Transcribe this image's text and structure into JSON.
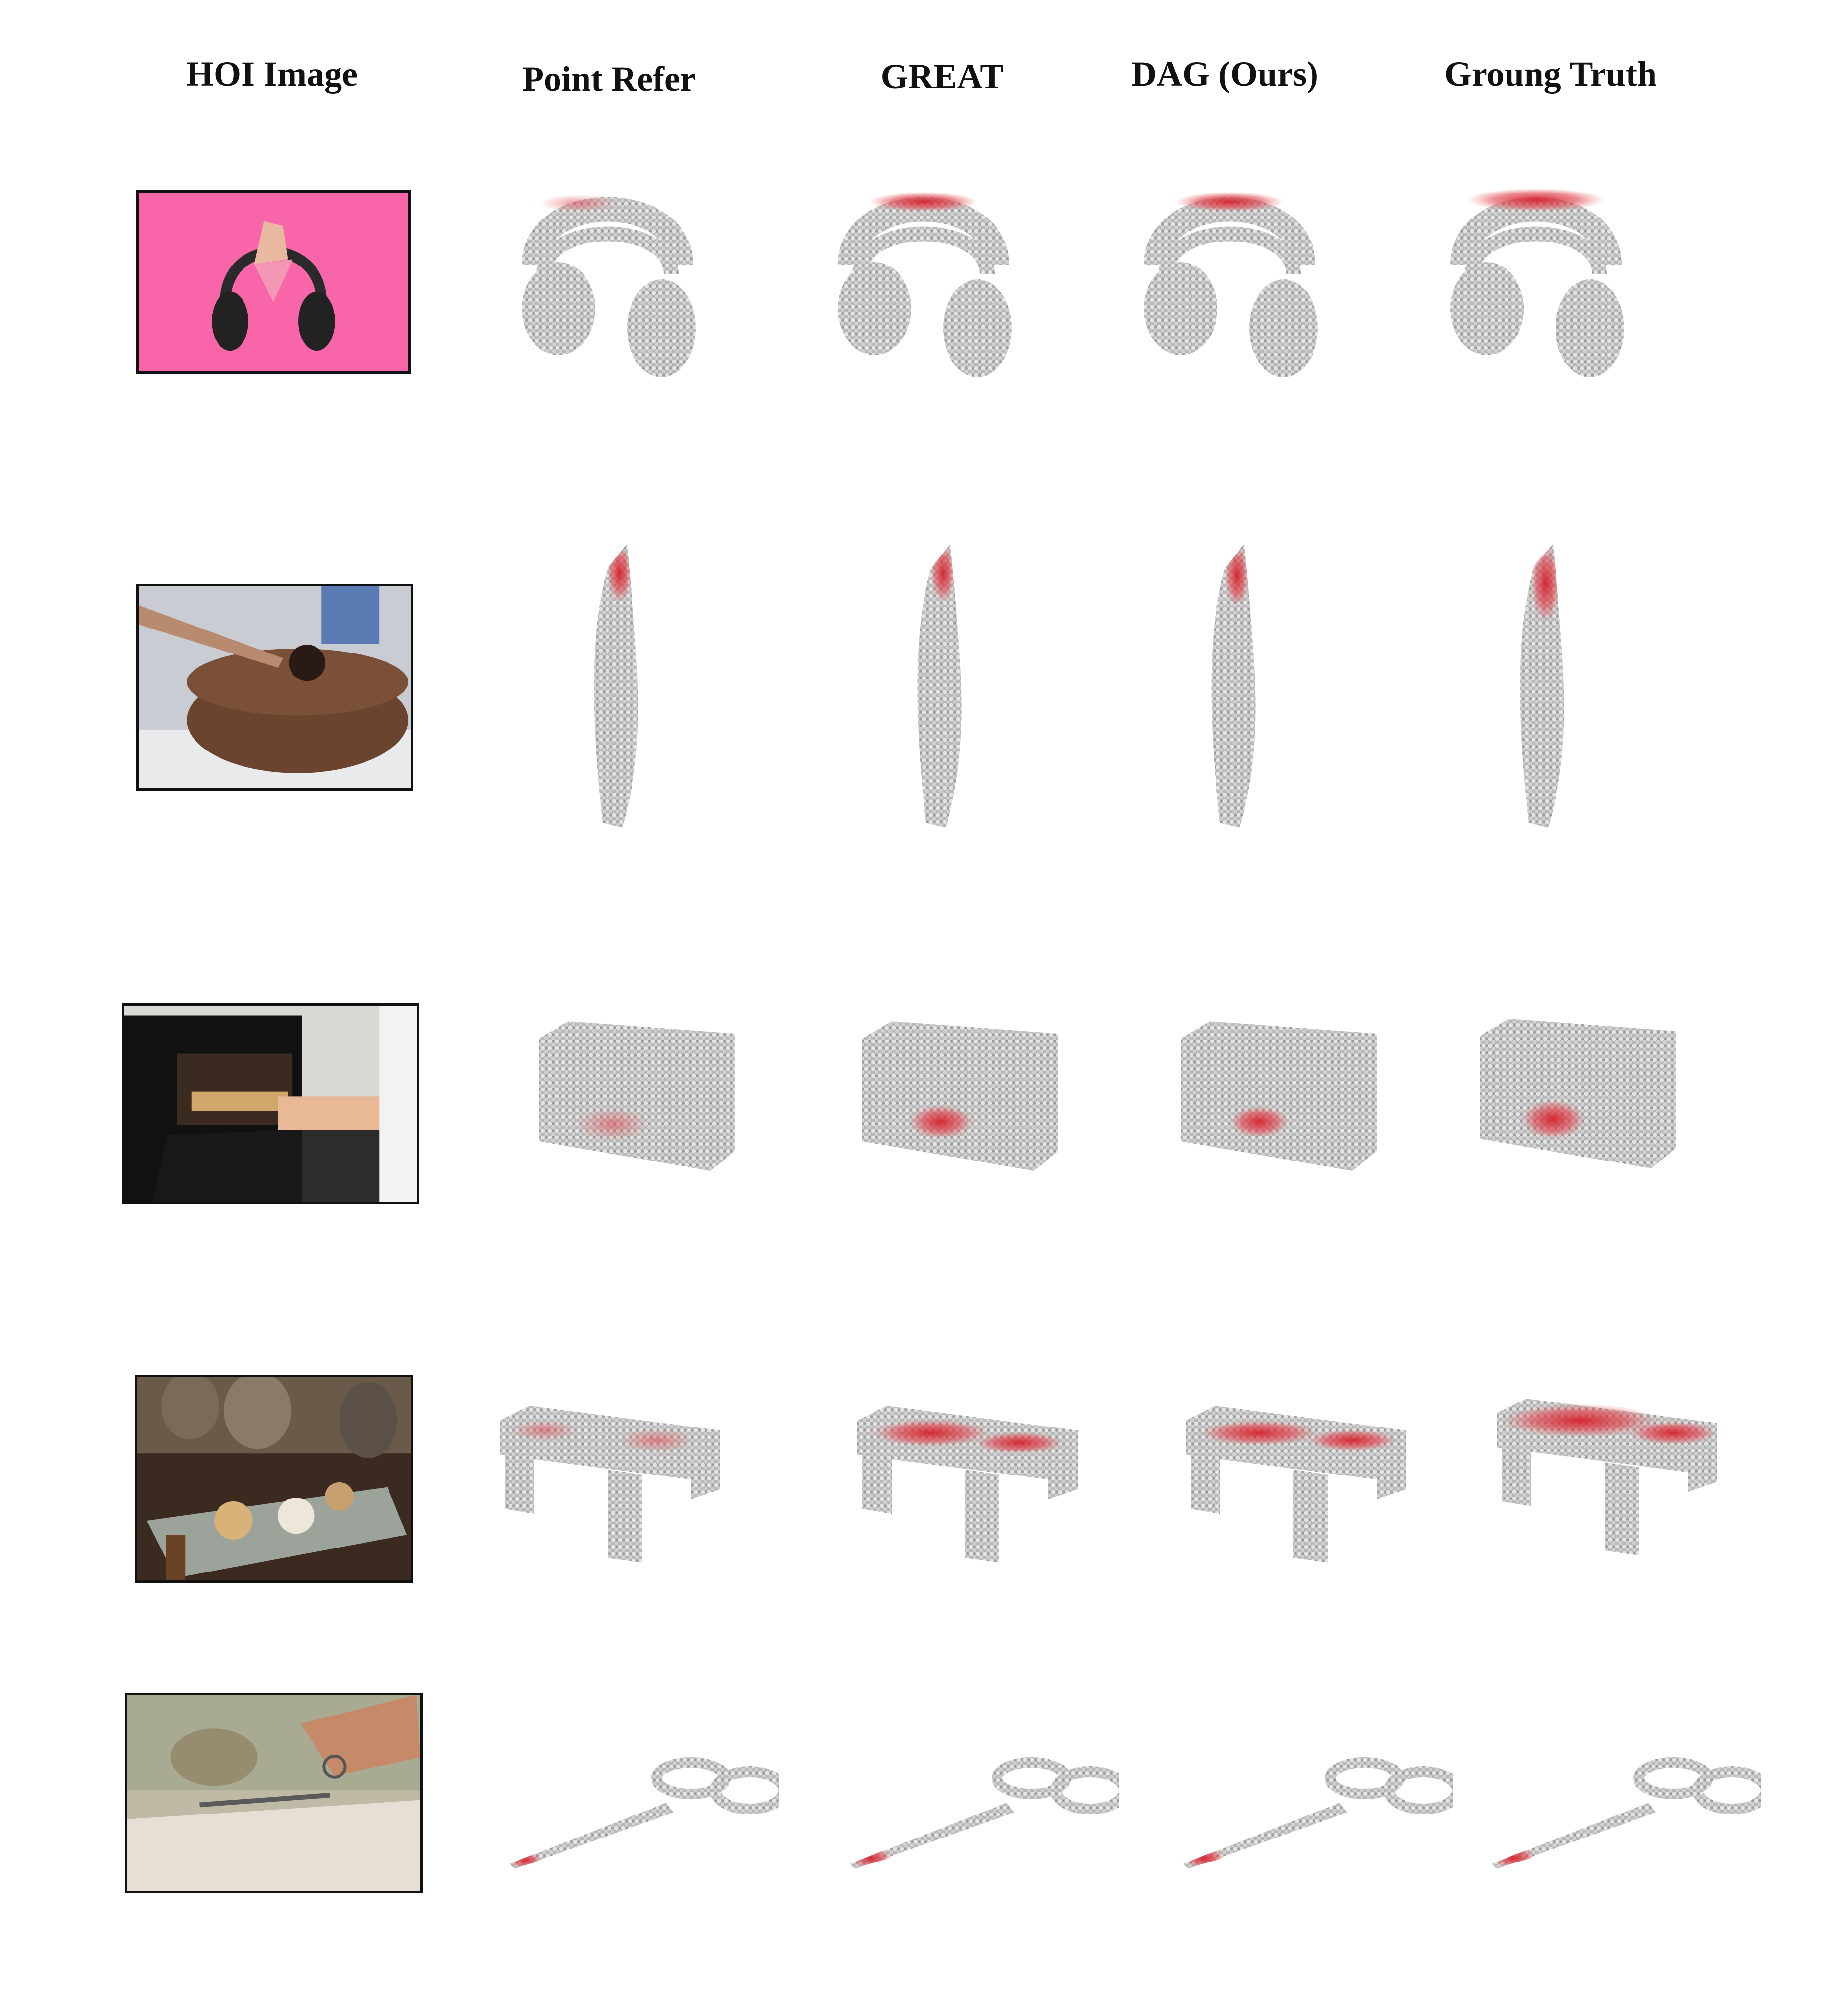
{
  "headers": {
    "hoi_image": "HOI Image",
    "point_refer": "Point Refer",
    "great": "GREAT",
    "dag": "DAG (Ours)",
    "ground_truth": "Groung Truth"
  },
  "rows": [
    {
      "object": "headphones",
      "photo": "person holding headphones on pink background"
    },
    {
      "object": "knife",
      "photo": "cutting a chocolate cake"
    },
    {
      "object": "microwave",
      "photo": "tray of cookies in an oven"
    },
    {
      "object": "table",
      "photo": "party food on a table"
    },
    {
      "object": "scissors",
      "photo": "hand holding scissors"
    }
  ],
  "colors": {
    "affordance_red": "#d4202a",
    "point_gray": "#bdbdbd",
    "frame": "#111111"
  }
}
